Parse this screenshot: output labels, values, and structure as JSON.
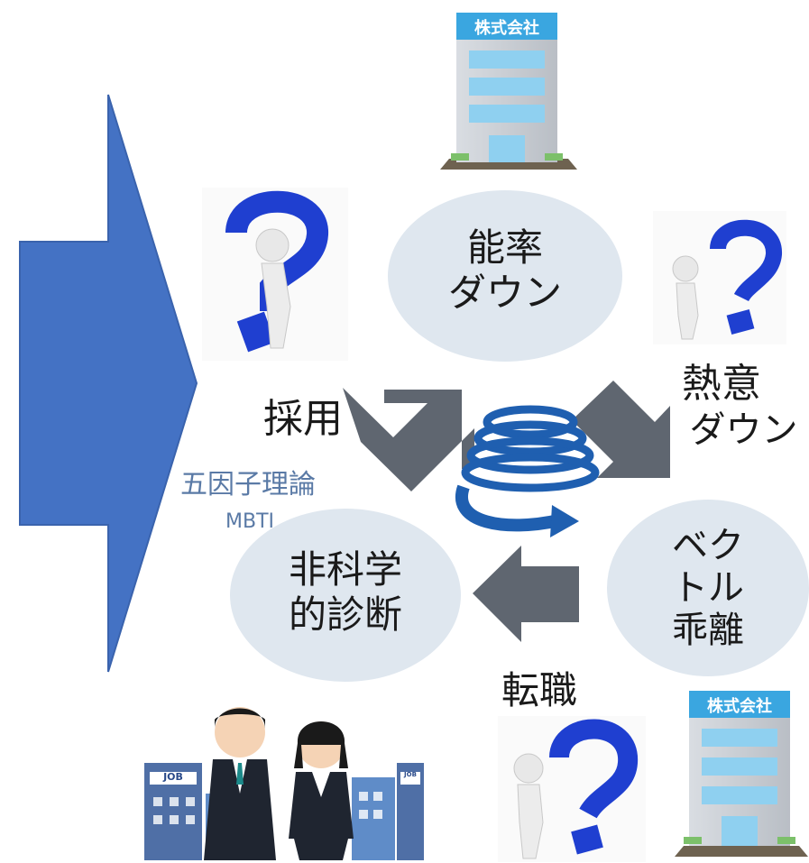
{
  "nodes": {
    "efficiency": {
      "line1": "能率",
      "line2": "ダウン"
    },
    "vector": {
      "line1": "ベク",
      "line2": "トル",
      "line3": "乖離"
    },
    "nonscience": {
      "line1": "非科学",
      "line2": "的診断"
    }
  },
  "labels": {
    "passion": {
      "line1": "熱意",
      "line2": "ダウン"
    },
    "hiring": "採用",
    "job_change": "転職"
  },
  "notes": {
    "big_five": "五因子理論",
    "mbti": "MBTI"
  },
  "company_sign": "株式会社",
  "job_sign": "JOB",
  "colors": {
    "big_arrow": "#4472c4",
    "ellipse": "#dfe7ef",
    "cycle_arrow": "#5f6670",
    "spiral": "#1f5fb0",
    "question": "#1f3fd0"
  }
}
